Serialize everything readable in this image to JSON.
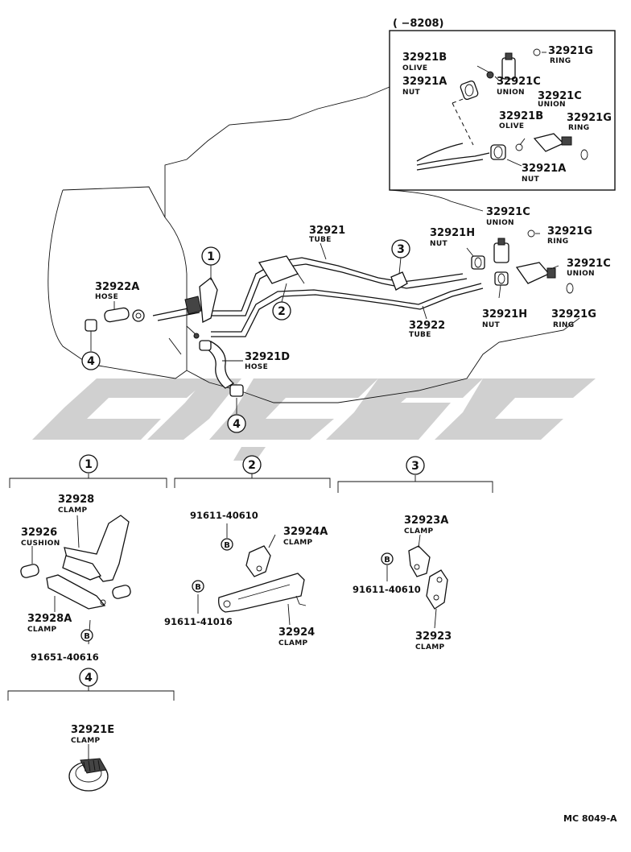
{
  "diagram": {
    "inset": {
      "serial_range": "(          −8208)"
    },
    "parts": [
      {
        "id": "p-32921G-a",
        "number": "32921G",
        "name": "RING"
      },
      {
        "id": "p-32921B-a",
        "number": "32921B",
        "name": "OLIVE"
      },
      {
        "id": "p-32921C-a",
        "number": "32921C",
        "name": "UNION"
      },
      {
        "id": "p-32921A-a",
        "number": "32921A",
        "name": "NUT"
      },
      {
        "id": "p-32921C-b",
        "number": "32921C",
        "name": "UNION"
      },
      {
        "id": "p-32921B-b",
        "number": "32921B",
        "name": "OLIVE"
      },
      {
        "id": "p-32921G-b",
        "number": "32921G",
        "name": "RING"
      },
      {
        "id": "p-32921A-b",
        "number": "32921A",
        "name": "NUT"
      },
      {
        "id": "p-32921-tube",
        "number": "32921",
        "name": "TUBE"
      },
      {
        "id": "p-32921C-c",
        "number": "32921C",
        "name": "UNION"
      },
      {
        "id": "p-32921H-a",
        "number": "32921H",
        "name": "NUT"
      },
      {
        "id": "p-32921G-c",
        "number": "32921G",
        "name": "RING"
      },
      {
        "id": "p-32921C-d",
        "number": "32921C",
        "name": "UNION"
      },
      {
        "id": "p-32921H-b",
        "number": "32921H",
        "name": "NUT"
      },
      {
        "id": "p-32921G-d",
        "number": "32921G",
        "name": "RING"
      },
      {
        "id": "p-32922-tube",
        "number": "32922",
        "name": "TUBE"
      },
      {
        "id": "p-32922A",
        "number": "32922A",
        "name": "HOSE"
      },
      {
        "id": "p-32921D",
        "number": "32921D",
        "name": "HOSE"
      },
      {
        "id": "p-32928",
        "number": "32928",
        "name": "CLAMP"
      },
      {
        "id": "p-32926",
        "number": "32926",
        "name": "CUSHION"
      },
      {
        "id": "p-32928A",
        "number": "32928A",
        "name": "CLAMP"
      },
      {
        "id": "p-32924A",
        "number": "32924A",
        "name": "CLAMP"
      },
      {
        "id": "p-32924",
        "number": "32924",
        "name": "CLAMP"
      },
      {
        "id": "p-32923A",
        "number": "32923A",
        "name": "CLAMP"
      },
      {
        "id": "p-32923",
        "number": "32923",
        "name": "CLAMP"
      },
      {
        "id": "p-32921E",
        "number": "32921E",
        "name": "CLAMP"
      }
    ],
    "bolts": [
      {
        "id": "b-91651-40616",
        "code": "91651-40616"
      },
      {
        "id": "b-91611-40610-a",
        "code": "91611-40610"
      },
      {
        "id": "b-91611-41016",
        "code": "91611-41016"
      },
      {
        "id": "b-91611-40610-b",
        "code": "91611-40610"
      }
    ],
    "bolt_symbol": "B",
    "callouts": [
      "1",
      "2",
      "3",
      "4"
    ],
    "footer_code": "MC  8049-A"
  }
}
